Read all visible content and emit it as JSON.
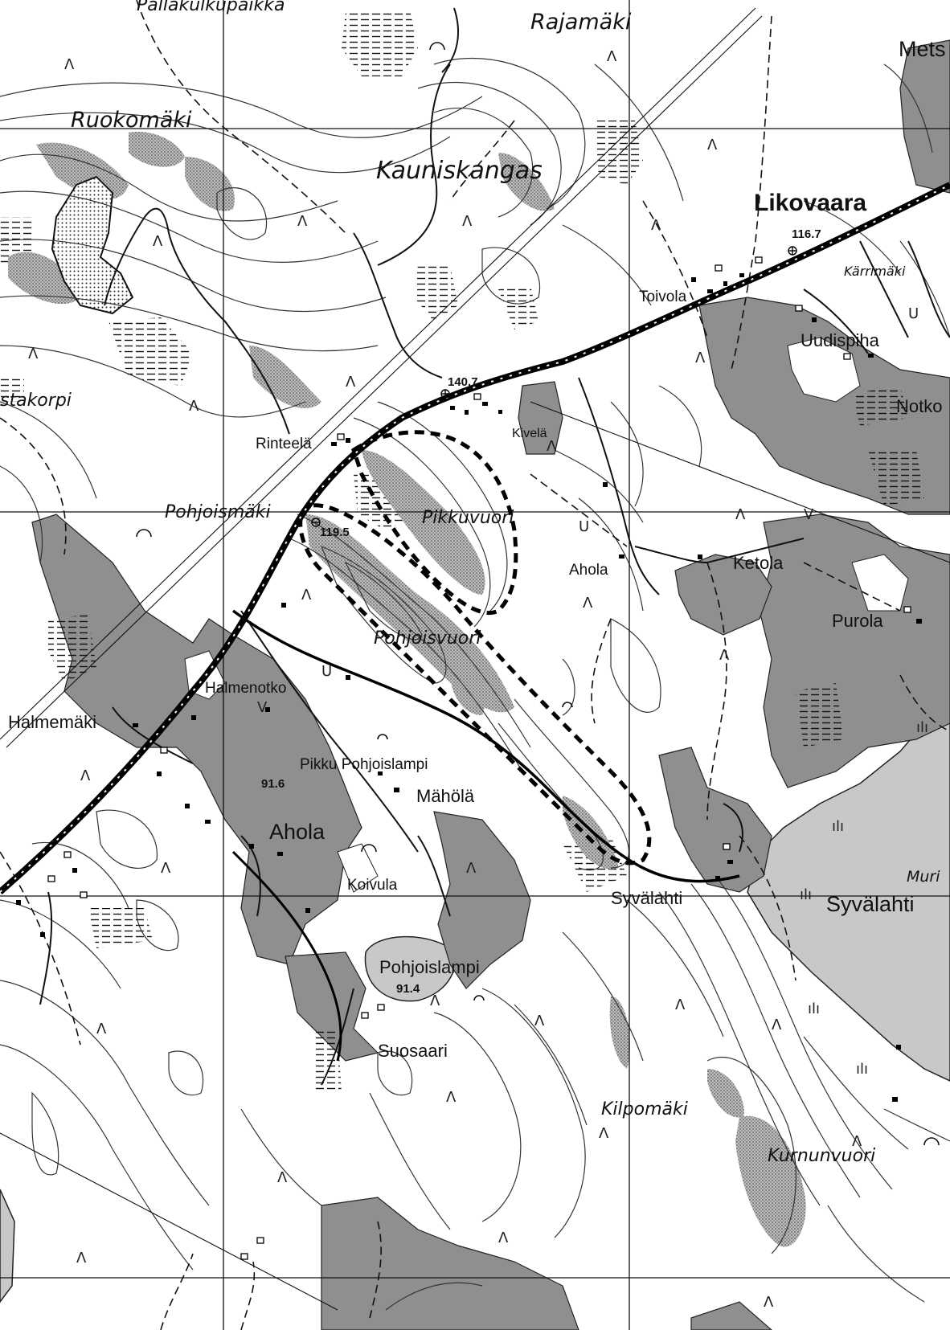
{
  "map": {
    "colors": {
      "paper": "#ffffff",
      "water": "#c8c8c8",
      "field": "#8f8f8f",
      "road": "#000000",
      "contour": "#333333",
      "sand": "#9a9a9a"
    },
    "place_names": [
      {
        "id": "pallakuikupaikka",
        "text": "Pallakulkupaikka"
      },
      {
        "id": "rajamaki",
        "text": "Rajamäki"
      },
      {
        "id": "mets",
        "text": "Mets"
      },
      {
        "id": "ruokomaki",
        "text": "Ruokomäki"
      },
      {
        "id": "kauniskangas",
        "text": "Kauniskangas"
      },
      {
        "id": "likovaara",
        "text": "Likovaara"
      },
      {
        "id": "karrimaki",
        "text": "Kärrimäki"
      },
      {
        "id": "toivola",
        "text": "Toivola"
      },
      {
        "id": "uudispiha",
        "text": "Uudispiha"
      },
      {
        "id": "notko",
        "text": "Notko"
      },
      {
        "id": "istakorpi",
        "text": "stakorpi"
      },
      {
        "id": "rinteela",
        "text": "Rinteelä"
      },
      {
        "id": "kivela",
        "text": "Kivelä"
      },
      {
        "id": "pohjoismaki",
        "text": "Pohjoismäki"
      },
      {
        "id": "pikkuvuori",
        "text": "Pikkuvuori"
      },
      {
        "id": "ahola-n",
        "text": "Ahola"
      },
      {
        "id": "ketola",
        "text": "Ketola"
      },
      {
        "id": "purola",
        "text": "Purola"
      },
      {
        "id": "pohjoisvuori",
        "text": "Pohjoisvuori"
      },
      {
        "id": "halmenotko",
        "text": "Halmenotko"
      },
      {
        "id": "halmemaki",
        "text": "Halmemäki"
      },
      {
        "id": "pikku-pohjoislampi",
        "text": "Pikku Pohjoislampi"
      },
      {
        "id": "mahola",
        "text": "Mähölä"
      },
      {
        "id": "ahola-s",
        "text": "Ahola"
      },
      {
        "id": "koivula",
        "text": "Koivula"
      },
      {
        "id": "syvalahti-v",
        "text": "Syvälahti"
      },
      {
        "id": "syvalahti-lake",
        "text": "Syvälahti"
      },
      {
        "id": "muri",
        "text": "Muri"
      },
      {
        "id": "pohjoislampi",
        "text": "Pohjoislampi"
      },
      {
        "id": "suosaari",
        "text": "Suosaari"
      },
      {
        "id": "kilpomaki",
        "text": "Kilpomäki"
      },
      {
        "id": "kurnunvuori",
        "text": "Kurnunvuori"
      }
    ],
    "elevations": [
      {
        "id": "e1167",
        "text": "116.7"
      },
      {
        "id": "e1407",
        "text": "140.7"
      },
      {
        "id": "e1195",
        "text": "119.5"
      },
      {
        "id": "e916",
        "text": "91.6"
      },
      {
        "id": "e914",
        "text": "91.4"
      }
    ]
  }
}
